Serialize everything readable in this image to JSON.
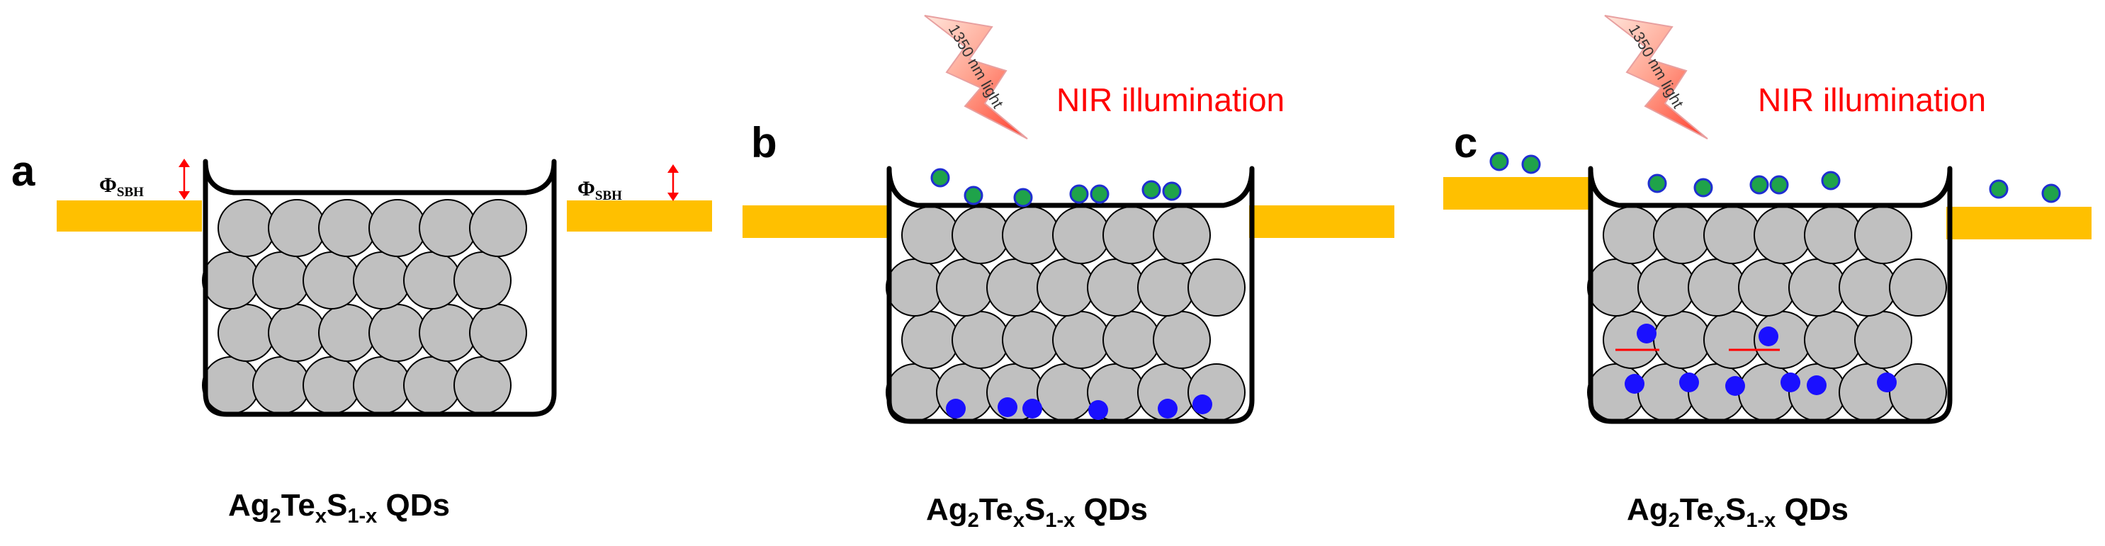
{
  "panels": {
    "a": {
      "letter": "a",
      "phi_left": {
        "main": "Φ",
        "sub": "SBH"
      },
      "phi_right": {
        "main": "Φ",
        "sub": "SBH"
      },
      "caption": {
        "p1": "Ag",
        "s1": "2",
        "p2": "Te",
        "s2": "x",
        "p3": "S",
        "s3": "1-x",
        "p4": " QDs"
      }
    },
    "b": {
      "letter": "b",
      "light_label": "1350 nm light",
      "nir_label": "NIR illumination",
      "caption": {
        "p1": "Ag",
        "s1": "2",
        "p2": "Te",
        "s2": "x",
        "p3": "S",
        "s3": "1-x",
        "p4": " QDs"
      }
    },
    "c": {
      "letter": "c",
      "light_label": "1350 nm light",
      "nir_label": "NIR illumination",
      "caption": {
        "p1": "Ag",
        "s1": "2",
        "p2": "Te",
        "s2": "x",
        "p3": "S",
        "s3": "1-x",
        "p4": " QDs"
      }
    }
  },
  "colors": {
    "electrode": "#ffc000",
    "quantum_dot": "#c0c0c0",
    "hole_dot": "#1fa34a",
    "electron_dot": "#1a10ff",
    "nir_text": "#ff0000"
  }
}
